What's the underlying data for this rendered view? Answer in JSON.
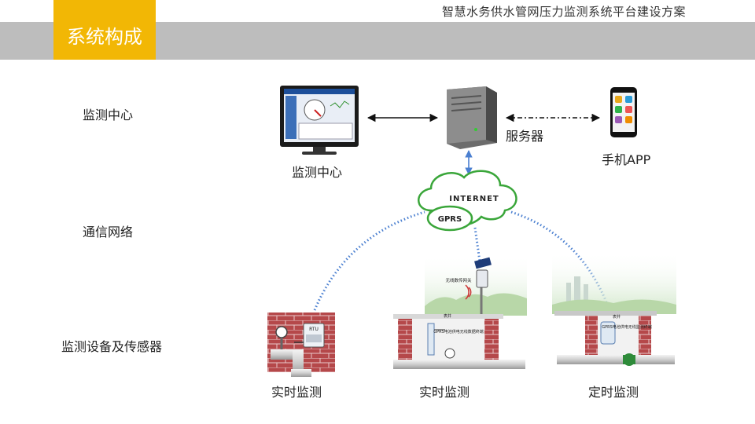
{
  "header": {
    "doc_title": "智慧水务供水管网压力监测系统平台建设方案",
    "section_title": "系统构成"
  },
  "rows": {
    "center": "监测中心",
    "network": "通信网络",
    "devices": "监测设备及传感器"
  },
  "nodes": {
    "monitor_center": "监测中心",
    "server": "服务器",
    "mobile_app": "手机APP",
    "cloud_internet": "INTERNET",
    "cloud_gprs": "GPRS",
    "device1": "实时监测",
    "device2": "实时监测",
    "device3": "定时监测"
  },
  "device_labels": {
    "rtu": "RTU",
    "gateway": "无线数传网关",
    "pit_top": "表井",
    "device2_pit": "GPRS电池供电无线数据终端",
    "device3_pit": "GPRS电池供电无线监测终端"
  },
  "colors": {
    "accent": "#f2b705",
    "band": "#bdbdbd",
    "cloud": "#3aa63a",
    "signal": "#4a7fd0",
    "brick": "#b5484a"
  }
}
